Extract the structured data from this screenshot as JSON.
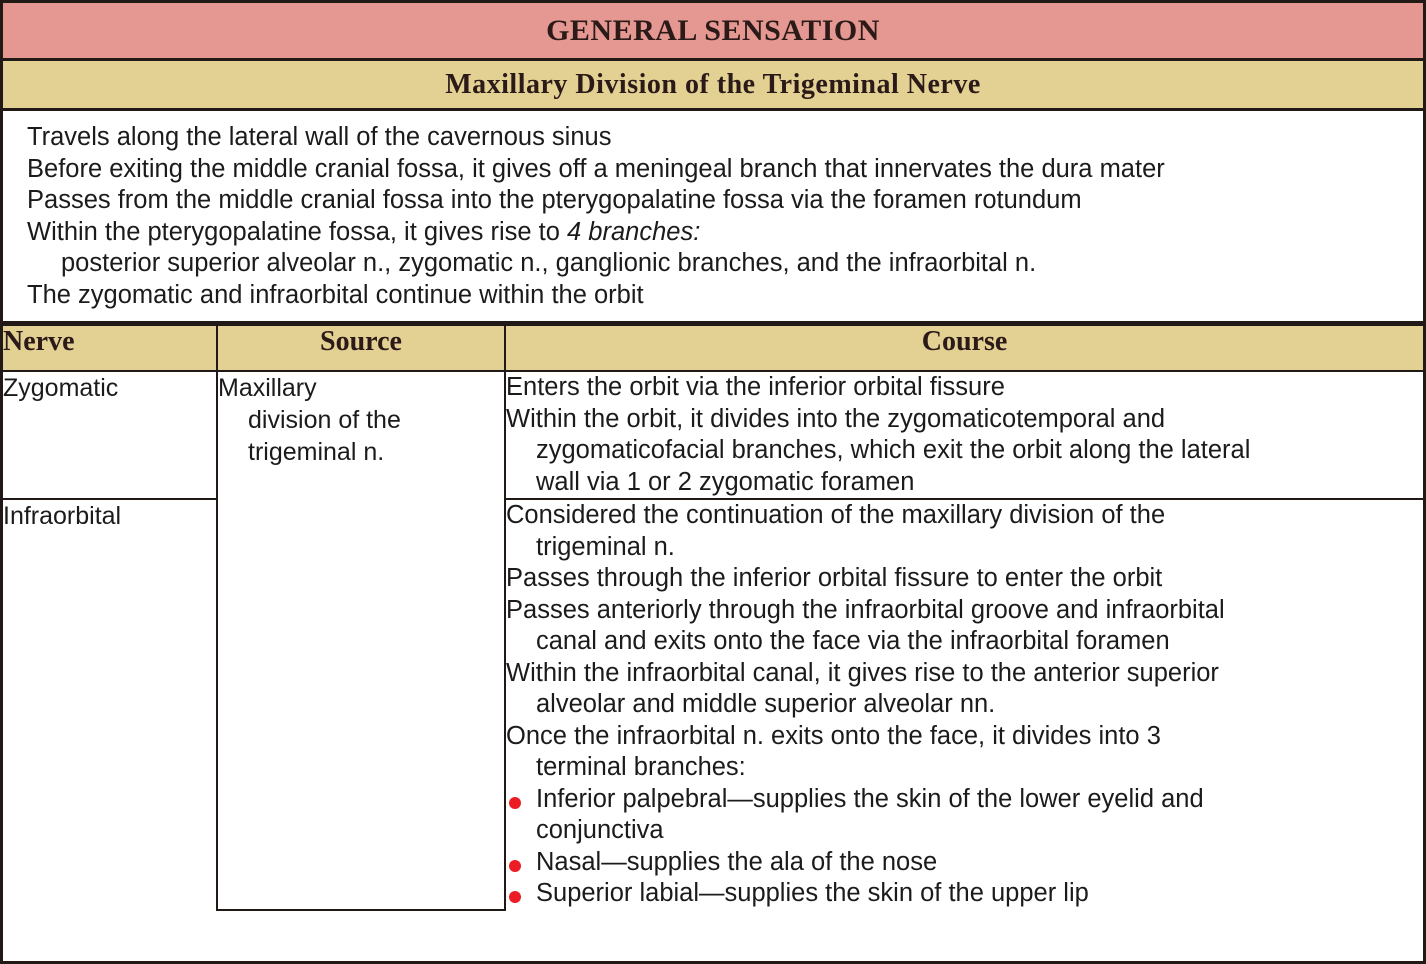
{
  "colors": {
    "title_banner_bg": "#e49891",
    "subtitle_banner_bg": "#e3d093",
    "header_row_bg": "#e3d093",
    "border": "#211916",
    "heading_text": "#2b1a18",
    "body_text": "#1b1b1b",
    "bullet_red": "#ec1c24"
  },
  "banner": {
    "title": "GENERAL SENSATION",
    "subtitle": "Maxillary Division of the Trigeminal Nerve"
  },
  "intro": {
    "lines": [
      {
        "text": "Travels along the lateral wall of the cavernous sinus",
        "indent": false,
        "italic_tail": ""
      },
      {
        "text": "Before exiting the middle cranial fossa, it gives off a meningeal branch that innervates the dura mater",
        "indent": false,
        "italic_tail": ""
      },
      {
        "text": "Passes from the middle cranial fossa into the pterygopalatine fossa via the foramen rotundum",
        "indent": false,
        "italic_tail": ""
      },
      {
        "text": "Within the pterygopalatine fossa, it gives rise to ",
        "indent": false,
        "italic_tail": "4 branches:"
      },
      {
        "text": "posterior superior alveolar n., zygomatic n., ganglionic branches, and the infraorbital n.",
        "indent": true,
        "italic_tail": ""
      },
      {
        "text": "The zygomatic and infraorbital continue within the orbit",
        "indent": false,
        "italic_tail": ""
      }
    ]
  },
  "table": {
    "headers": {
      "nerve": "Nerve",
      "source": "Source",
      "course": "Course"
    },
    "source_cell": {
      "lines": [
        {
          "text": "Maxillary",
          "indent": false
        },
        {
          "text": "division of the",
          "indent": true
        },
        {
          "text": "trigeminal n.",
          "indent": true
        }
      ]
    },
    "rows": [
      {
        "nerve": "Zygomatic",
        "course_lines": [
          {
            "text": "Enters the orbit via the inferior orbital fissure",
            "indent": false,
            "bullet": false
          },
          {
            "text": "Within the orbit, it divides into the zygomaticotemporal and",
            "indent": false,
            "bullet": false
          },
          {
            "text": "zygomaticofacial branches, which exit the orbit along the lateral",
            "indent": true,
            "bullet": false
          },
          {
            "text": "wall via 1 or 2 zygomatic foramen",
            "indent": true,
            "bullet": false
          }
        ]
      },
      {
        "nerve": "Infraorbital",
        "course_lines": [
          {
            "text": "Considered the continuation of the maxillary division of the",
            "indent": false,
            "bullet": false
          },
          {
            "text": "trigeminal n.",
            "indent": true,
            "bullet": false
          },
          {
            "text": "Passes through the inferior orbital fissure to enter the orbit",
            "indent": false,
            "bullet": false
          },
          {
            "text": "Passes anteriorly through the infraorbital groove and infraorbital",
            "indent": false,
            "bullet": false
          },
          {
            "text": "canal and exits onto the face via the infraorbital foramen",
            "indent": true,
            "bullet": false
          },
          {
            "text": "Within the infraorbital canal, it gives rise to the anterior superior",
            "indent": false,
            "bullet": false
          },
          {
            "text": "alveolar and middle superior alveolar nn.",
            "indent": true,
            "bullet": false
          },
          {
            "text": "Once the infraorbital n. exits onto the face, it divides into 3",
            "indent": false,
            "bullet": false
          },
          {
            "text": "terminal branches:",
            "indent": true,
            "bullet": false
          },
          {
            "text": "Inferior palpebral—supplies the skin of the lower eyelid and",
            "indent": false,
            "bullet": true
          },
          {
            "text": "conjunctiva",
            "indent": true,
            "bullet": false
          },
          {
            "text": "Nasal—supplies the ala of the nose",
            "indent": false,
            "bullet": true
          },
          {
            "text": "Superior labial—supplies the skin of the upper lip",
            "indent": false,
            "bullet": true
          }
        ]
      }
    ]
  }
}
